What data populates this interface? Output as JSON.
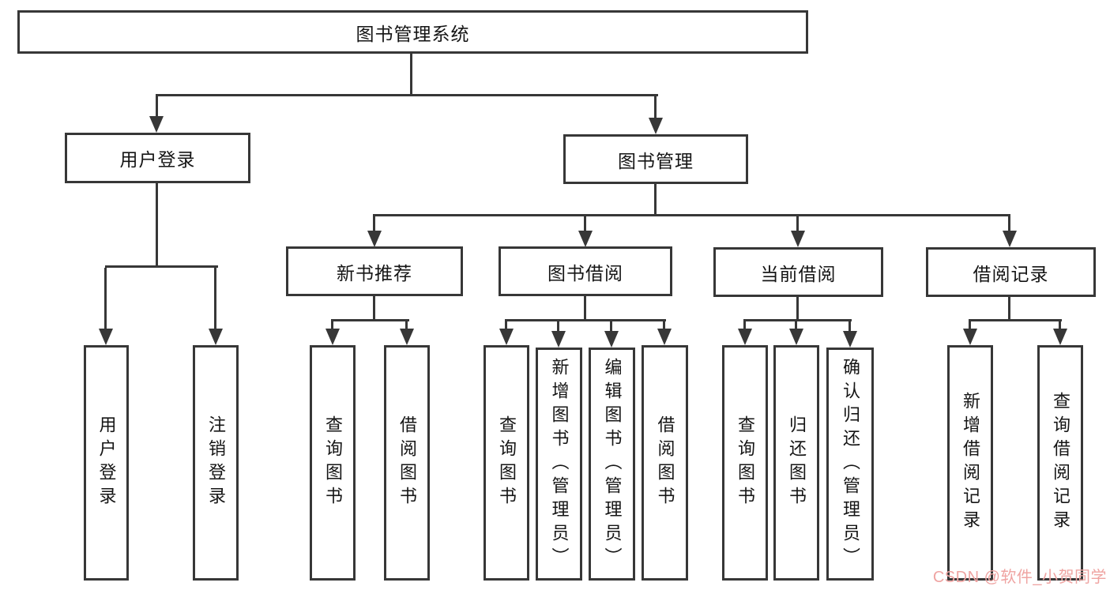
{
  "tree": {
    "root": {
      "label": "图书管理系统"
    },
    "children": [
      {
        "label": "用户登录",
        "children": [
          {
            "label": "用户登录"
          },
          {
            "label": "注销登录"
          }
        ]
      },
      {
        "label": "图书管理",
        "children": [
          {
            "label": "新书推荐",
            "children": [
              {
                "label": "查询图书"
              },
              {
                "label": "借阅图书"
              }
            ]
          },
          {
            "label": "图书借阅",
            "children": [
              {
                "label": "查询图书"
              },
              {
                "label": "新增图书（管理员）"
              },
              {
                "label": "编辑图书（管理员）"
              },
              {
                "label": "借阅图书"
              }
            ]
          },
          {
            "label": "当前借阅",
            "children": [
              {
                "label": "查询图书"
              },
              {
                "label": "归还图书"
              },
              {
                "label": "确认归还（管理员）"
              }
            ]
          },
          {
            "label": "借阅记录",
            "children": [
              {
                "label": "新增借阅记录"
              },
              {
                "label": "查询借阅记录"
              }
            ]
          }
        ]
      }
    ]
  },
  "watermark": {
    "text": "CSDN @软件_小贺同学",
    "color": "#efa4a2"
  },
  "colors": {
    "line": "#373737",
    "background": "#ffffff",
    "text": "#151515"
  }
}
